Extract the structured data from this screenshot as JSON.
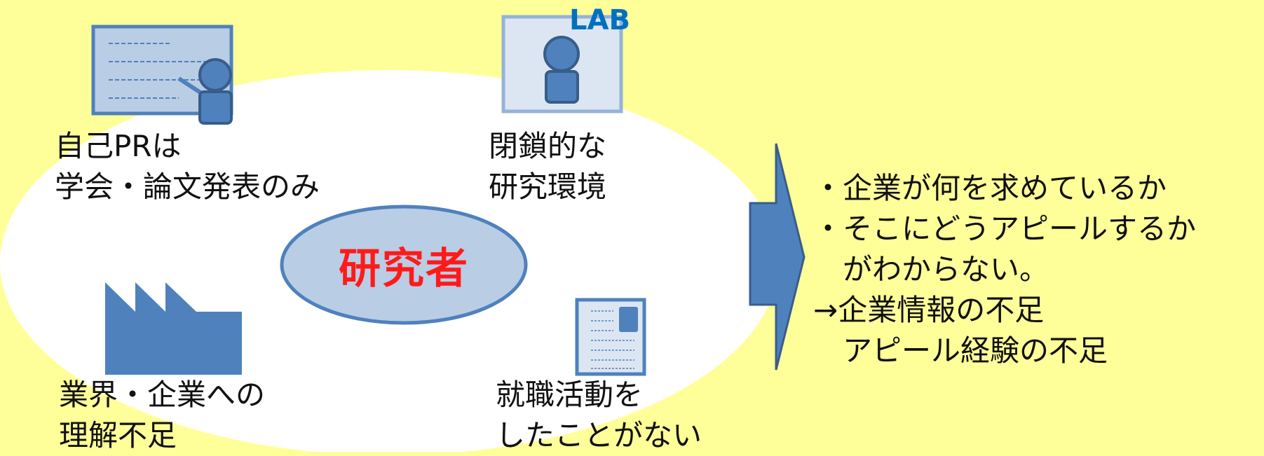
{
  "center": {
    "label": "研究者"
  },
  "lab_icon": {
    "text": "LAB"
  },
  "quadrants": {
    "top_left": {
      "line1": "自己PRは",
      "line2": "学会・論文発表のみ"
    },
    "top_right": {
      "line1": "閉鎖的な",
      "line2": "研究環境"
    },
    "bottom_left": {
      "line1": "業界・企業への",
      "line2": "理解不足"
    },
    "bottom_right": {
      "line1": "就職活動を",
      "line2": "したことがない"
    }
  },
  "conclusion": {
    "lines": [
      "・企業が何を求めているか",
      "・そこにどうアピールするか",
      "　がわからない。",
      "→企業情報の不足",
      "　アピール経験の不足"
    ]
  },
  "colors": {
    "background": "#FFFF99",
    "big_ellipse": "#FFFFFF",
    "small_ellipse_fill": "#B9CDE5",
    "small_ellipse_stroke": "#4F81BD",
    "icon_blue": "#4F81BD",
    "icon_blue_dark": "#385D8A",
    "center_text": "#FF1A1A",
    "lab_text": "#0070C0"
  }
}
